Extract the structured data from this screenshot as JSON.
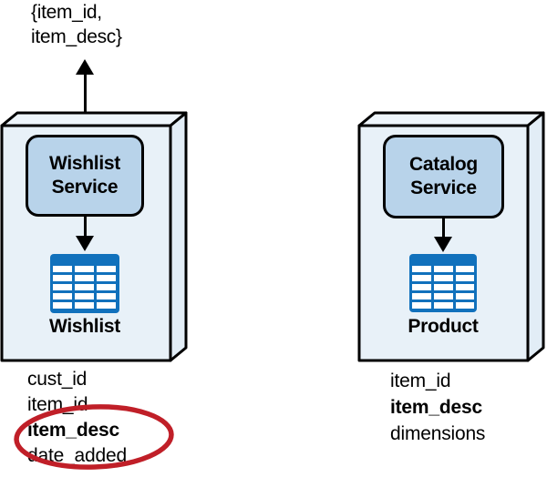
{
  "annotation": {
    "line1": "{item_id,",
    "line2": "item_desc}"
  },
  "wishlist": {
    "service_label": "Wishlist Service",
    "table_label": "Wishlist",
    "fields": [
      {
        "text": "cust_id"
      },
      {
        "text": "item_id"
      },
      {
        "text": "item_desc"
      },
      {
        "text": "date_added"
      }
    ],
    "circled_field": "item_desc"
  },
  "catalog": {
    "service_label": "Catalog Service",
    "table_label": "Product",
    "fields": [
      {
        "text": "item_id"
      },
      {
        "text": "item_desc"
      },
      {
        "text": "dimensions"
      }
    ]
  },
  "icons": {
    "wishlist_table": "database-table-icon",
    "catalog_table": "database-table-icon",
    "up_arrow": "arrow-up-icon",
    "down_arrow": "arrow-down-icon",
    "circle": "red-ellipse-annotation"
  },
  "colors": {
    "box_face": "#e8f1f8",
    "box_top_face": "#eef5fb",
    "box_side_face": "#e2edf6",
    "service_fill": "#b8d3ea",
    "table_blue": "#1171bc",
    "outline": "#000000",
    "annotation_red": "#c01f28"
  }
}
